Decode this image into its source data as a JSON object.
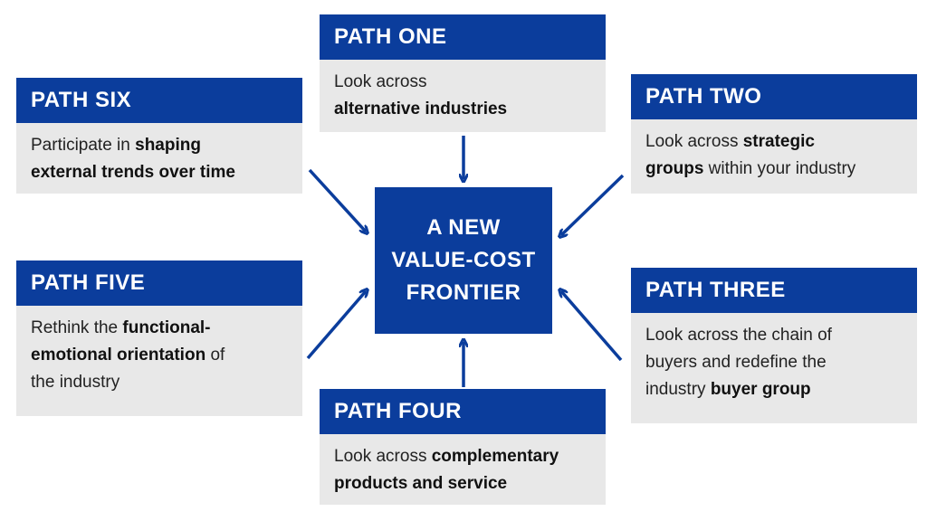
{
  "center": {
    "line1": "A NEW",
    "line2": "VALUE-COST",
    "line3": "FRONTIER"
  },
  "paths": {
    "one": {
      "title": "PATH ONE",
      "line1": "Look across",
      "line2_bold": "alternative industries"
    },
    "two": {
      "title": "PATH TWO",
      "line1_pre": "Look across ",
      "line1_bold": "strategic",
      "line2_bold": "groups",
      "line2_post": " within your industry"
    },
    "three": {
      "title": "PATH THREE",
      "line1": "Look across the chain of",
      "line2": "buyers and redefine the",
      "line3_pre": "industry ",
      "line3_bold": "buyer group"
    },
    "four": {
      "title": "PATH FOUR",
      "line1_pre": "Look across ",
      "line1_bold": "complementary",
      "line2_bold": "products and service"
    },
    "five": {
      "title": "PATH FIVE",
      "line1_pre": "Rethink the ",
      "line1_bold": "functional-",
      "line2_bold": "emotional orientation",
      "line2_post": " of",
      "line3": "the industry"
    },
    "six": {
      "title": "PATH SIX",
      "line1_pre": "Participate in ",
      "line1_bold": "shaping",
      "line2_bold": "external trends over time"
    }
  },
  "colors": {
    "header_blue": "#0b3d9c",
    "card_gray": "#e8e8e8",
    "arrow_blue": "#0b3d9c"
  }
}
